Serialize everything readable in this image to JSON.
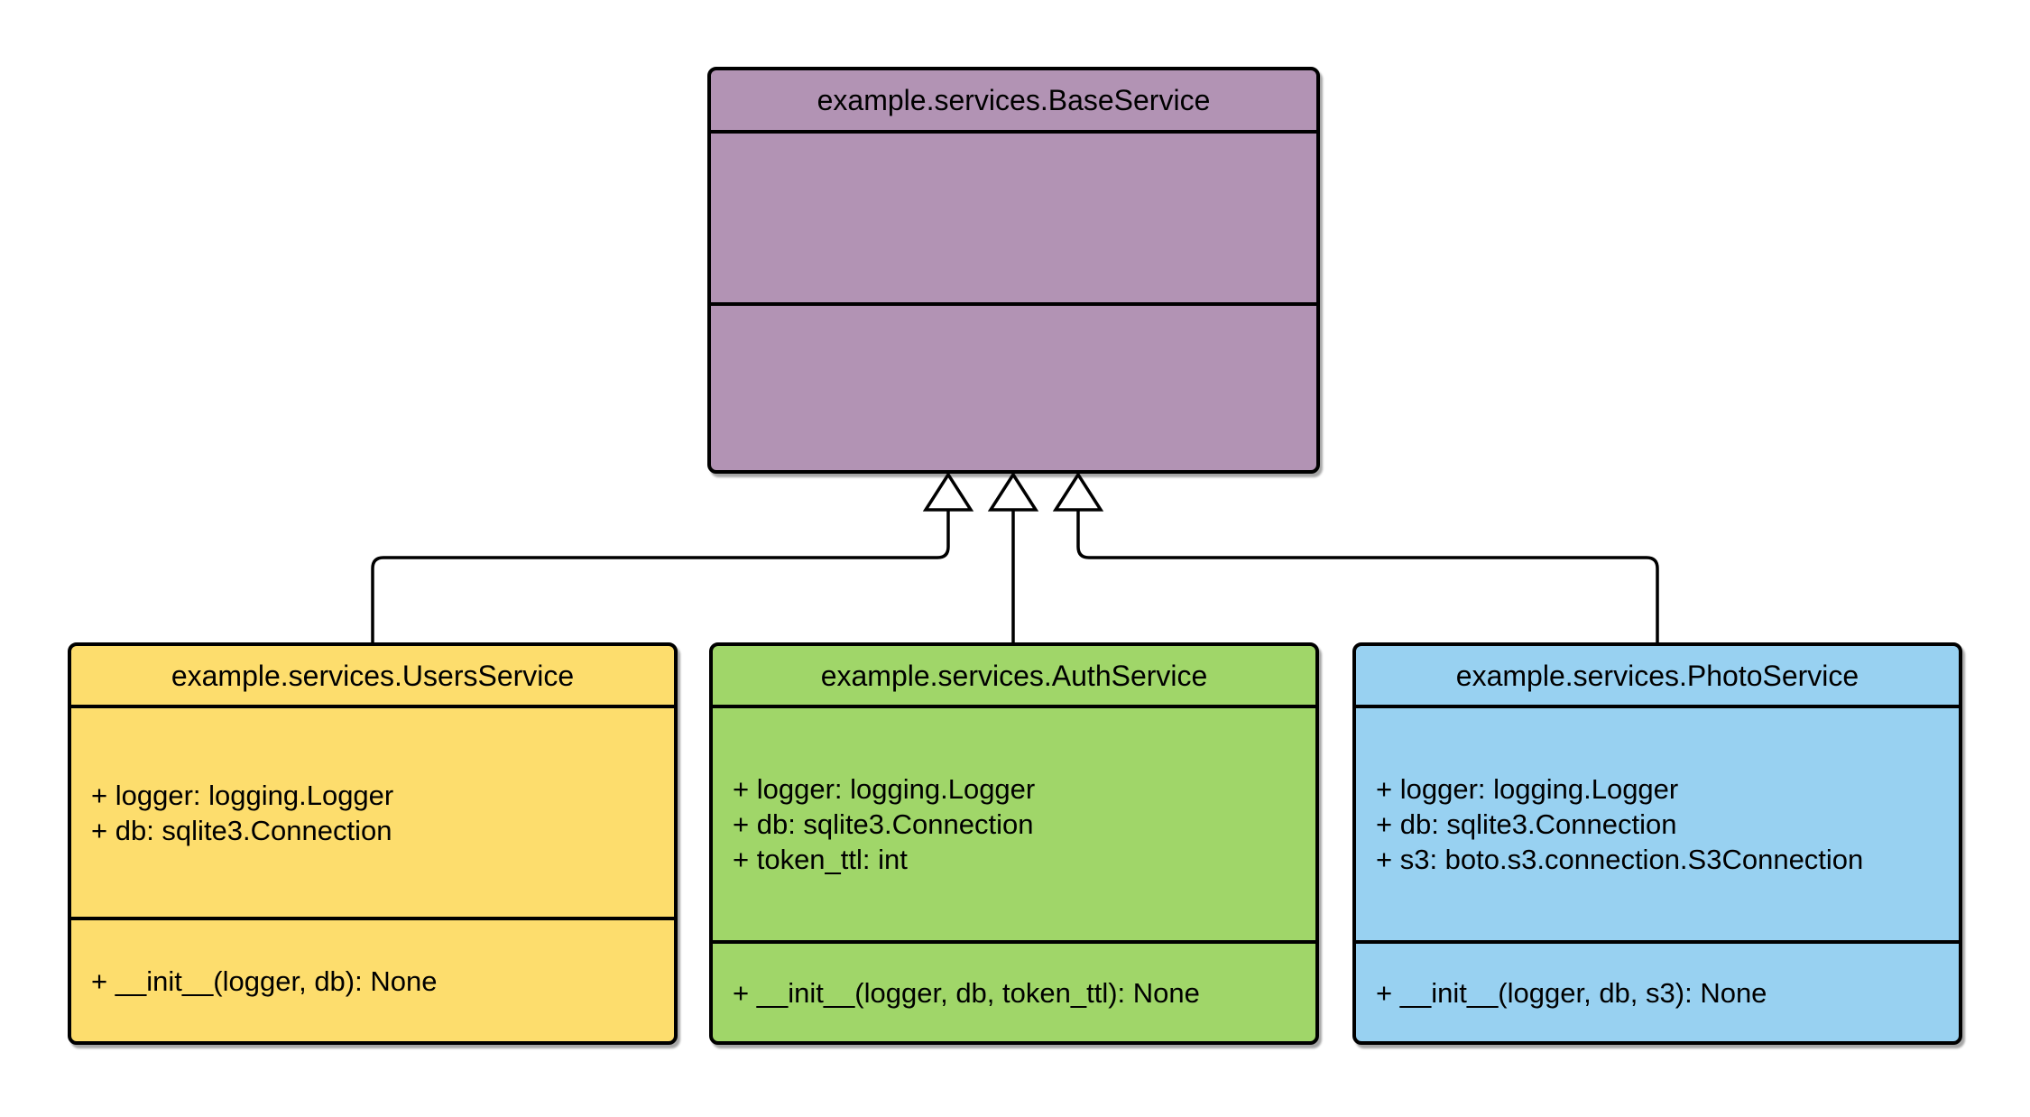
{
  "diagram": {
    "type": "uml-class-diagram",
    "background": "#ffffff",
    "line_color": "#000000",
    "arrowhead_fill": "#ffffff",
    "classes": [
      {
        "name": "example.services.BaseService",
        "fill": "#b293b4",
        "attributes": [],
        "methods": []
      },
      {
        "name": "example.services.UsersService",
        "fill": "#fddd6d",
        "attributes": [
          "+ logger: logging.Logger",
          "+ db: sqlite3.Connection"
        ],
        "methods": [
          "+ __init__(logger, db): None"
        ]
      },
      {
        "name": "example.services.AuthService",
        "fill": "#a0d669",
        "attributes": [
          "+ logger: logging.Logger",
          "+ db: sqlite3.Connection",
          "+ token_ttl: int"
        ],
        "methods": [
          "+ __init__(logger, db, token_ttl): None"
        ]
      },
      {
        "name": "example.services.PhotoService",
        "fill": "#98d1f1",
        "attributes": [
          "+ logger: logging.Logger",
          "+ db: sqlite3.Connection",
          "+ s3: boto.s3.connection.S3Connection"
        ],
        "methods": [
          "+ __init__(logger, db, s3): None"
        ]
      }
    ],
    "relationships": [
      {
        "type": "inheritance",
        "from": "example.services.UsersService",
        "to": "example.services.BaseService"
      },
      {
        "type": "inheritance",
        "from": "example.services.AuthService",
        "to": "example.services.BaseService"
      },
      {
        "type": "inheritance",
        "from": "example.services.PhotoService",
        "to": "example.services.BaseService"
      }
    ]
  }
}
